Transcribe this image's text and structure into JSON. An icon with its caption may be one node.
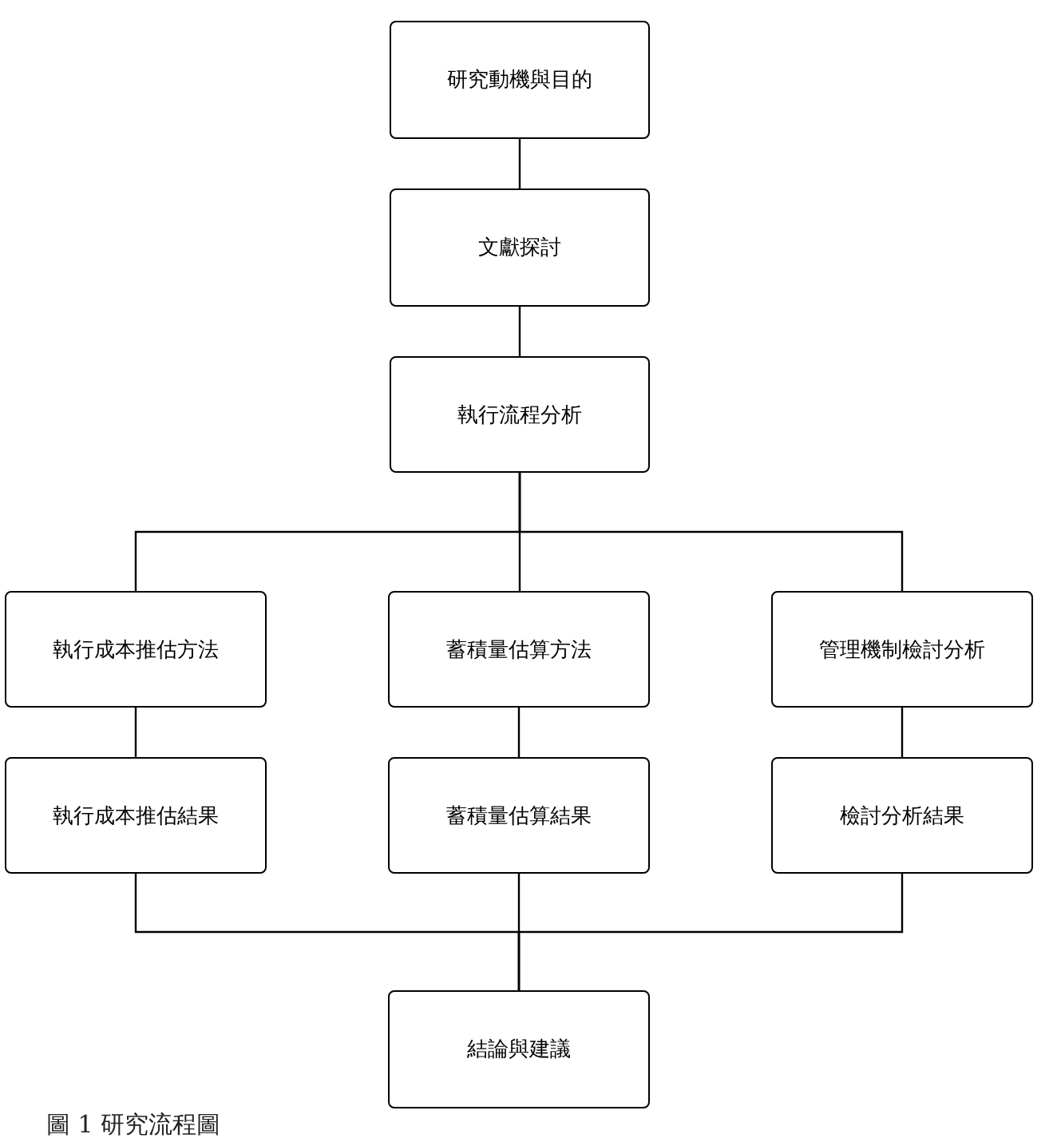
{
  "diagram": {
    "nodes": [
      {
        "text": [
          "研究動機與目的"
        ]
      },
      {
        "text": [
          "文獻探討"
        ]
      },
      {
        "text": [
          "執行流程分析"
        ]
      },
      {
        "text": [
          "執行成本推估方法"
        ]
      },
      {
        "text": [
          "蓄積量估算方法"
        ]
      },
      {
        "text": [
          "管理機制檢討分析"
        ]
      },
      {
        "text": [
          "執行成本推估結果"
        ]
      },
      {
        "text": [
          "蓄積量估算結果"
        ]
      },
      {
        "text": [
          "檢討分析結果"
        ]
      },
      {
        "text": [
          "結論與建議"
        ]
      }
    ],
    "edges": [
      {
        "from": 0,
        "to": 1,
        "arrow": "none"
      },
      {
        "from": 1,
        "to": 2,
        "arrow": "none"
      },
      {
        "from": 2,
        "to": 3,
        "arrow": "none"
      },
      {
        "from": 2,
        "to": 4,
        "arrow": "none"
      },
      {
        "from": 2,
        "to": 5,
        "arrow": "none"
      },
      {
        "from": 3,
        "to": 6,
        "arrow": "none"
      },
      {
        "from": 4,
        "to": 7,
        "arrow": "none"
      },
      {
        "from": 5,
        "to": 8,
        "arrow": "none"
      },
      {
        "from": 6,
        "to": 9,
        "arrow": "none"
      },
      {
        "from": 7,
        "to": 9,
        "arrow": "none"
      },
      {
        "from": 8,
        "to": 9,
        "arrow": "none"
      }
    ],
    "caption": "圖 1 研究流程圖"
  }
}
